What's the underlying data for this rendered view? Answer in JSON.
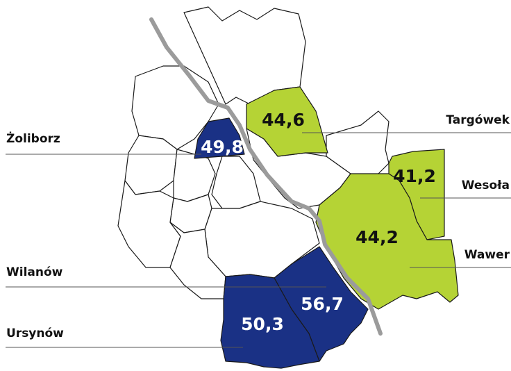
{
  "colors": {
    "high": "#1a3185",
    "low": "#b5d335",
    "outline": "#1a1a1a",
    "river": "#9b9b9b",
    "value_on_dark": "#ffffff",
    "value_on_light": "#111111"
  },
  "districts": {
    "zoliborz": {
      "name": "Żoliborz",
      "value": "49,8",
      "category": "high"
    },
    "targowek": {
      "name": "Targówek",
      "value": "44,6",
      "category": "low"
    },
    "wesola": {
      "name": "Wesoła",
      "value": "41,2",
      "category": "low"
    },
    "wawer": {
      "name": "Wawer",
      "value": "44,2",
      "category": "low"
    },
    "wilanow": {
      "name": "Wilanów",
      "value": "56,7",
      "category": "high"
    },
    "ursynow": {
      "name": "Ursynów",
      "value": "50,3",
      "category": "high"
    }
  }
}
